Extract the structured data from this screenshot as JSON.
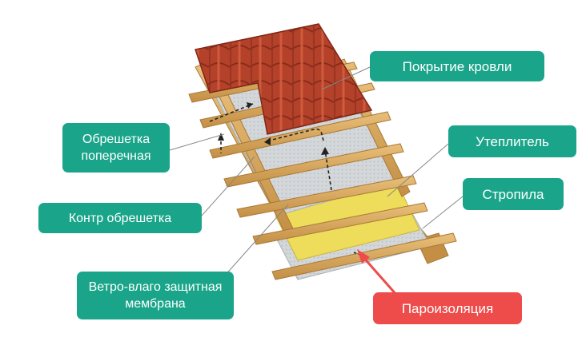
{
  "labels": {
    "roof_covering": "Покрытие кровли",
    "cross_lathing": "Обрешетка поперечная",
    "counter_lathing": "Контр обрешетка",
    "membrane": "Ветро-влаго защитная мембрана",
    "insulation": "Утеплитель",
    "rafters": "Стропила",
    "vapor_barrier": "Пароизоляция"
  },
  "colors": {
    "label_green": "#1aa58a",
    "label_red": "#ee4b4b",
    "wood": "#d9a95a",
    "tile": "#b4412a",
    "insulation": "#eedd5a",
    "membrane": "#cfd3d6"
  }
}
